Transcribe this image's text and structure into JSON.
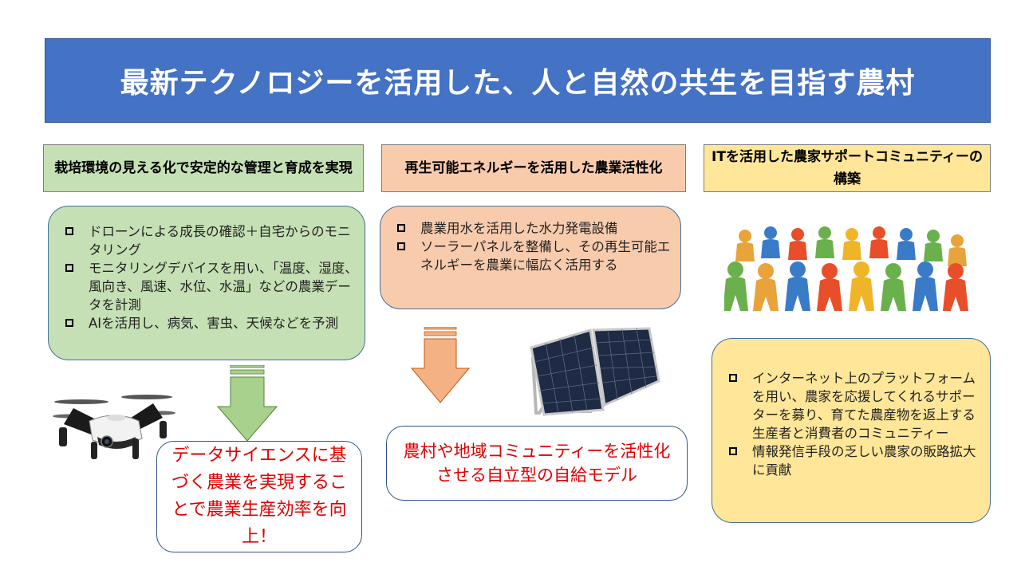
{
  "title": "最新テクノロジーを活用した、人と自然の共生を目指す農村",
  "columns": [
    {
      "header": "栽培環境の見える化で安定的な管理と育成を実現",
      "bullets": [
        "ドローンによる成長の確認＋自宅からのモニタリング",
        "モニタリングデバイスを用い、「温度、湿度、風向き、風速、水位、水温」などの農業データを計測",
        "AIを活用し、病気、害虫、天候などを予測"
      ],
      "result": "データサイエンスに基づく農業を実現することで農業生産効率を向上！",
      "image_icon": "drone-icon",
      "accent": "#c5e0b4"
    },
    {
      "header": "再生可能エネルギーを活用した農業活性化",
      "bullets": [
        "農業用水を活用した水力発電設備",
        "ソーラーパネルを整備し、その再生可能エネルギーを農業に幅広く活用する"
      ],
      "result": "農村や地域コミュニティーを活性化させる自立型の自給モデル",
      "image_icon": "solar-panel-icon",
      "accent": "#f8cbad"
    },
    {
      "header": "ITを活用した農家サポートコミュニティーの構築",
      "bullets": [
        "インターネット上のプラットフォームを用い、農家を応援してくれるサポーターを募り、育てた農産物を返上する生産者と消費者のコミュニティー",
        "情報発信手段の乏しい農家の販路拡大に貢献"
      ],
      "image_icon": "community-people-icon",
      "accent": "#ffe699"
    }
  ],
  "colors": {
    "banner": "#4472c4",
    "result_text": "#e00000",
    "arrow_green": "#a9d18e",
    "arrow_orange": "#f4b183"
  }
}
